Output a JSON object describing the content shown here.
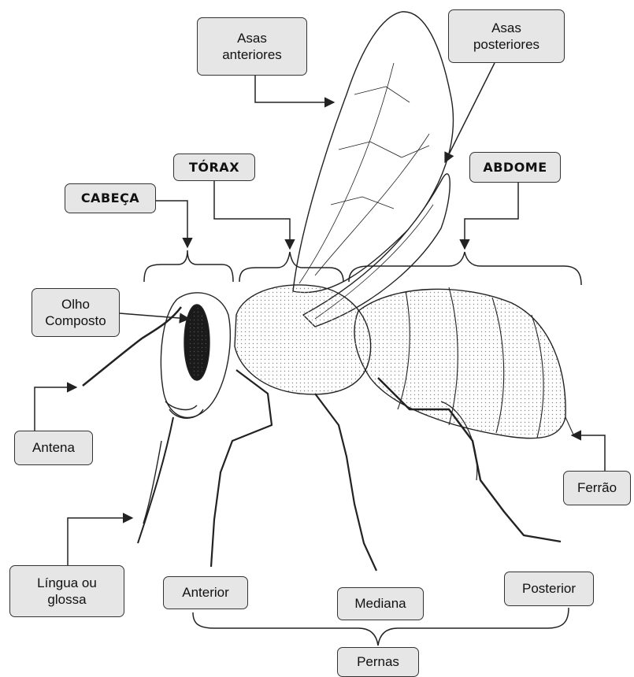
{
  "labels": {
    "asas_anteriores": "Asas\nanteriores",
    "asas_posteriores": "Asas\nposteriores",
    "torax": "TÓRAX",
    "abdome": "ABDOME",
    "cabeca": "CABEÇA",
    "olho_composto": "Olho\nComposto",
    "antena": "Antena",
    "lingua": "Língua ou\nglossa",
    "ferrao": "Ferrão",
    "anterior": "Anterior",
    "mediana": "Mediana",
    "posterior": "Posterior",
    "pernas": "Pernas"
  },
  "colors": {
    "box_fill": "#e6e6e6",
    "line": "#222222",
    "eye": "#1a1a1a"
  }
}
